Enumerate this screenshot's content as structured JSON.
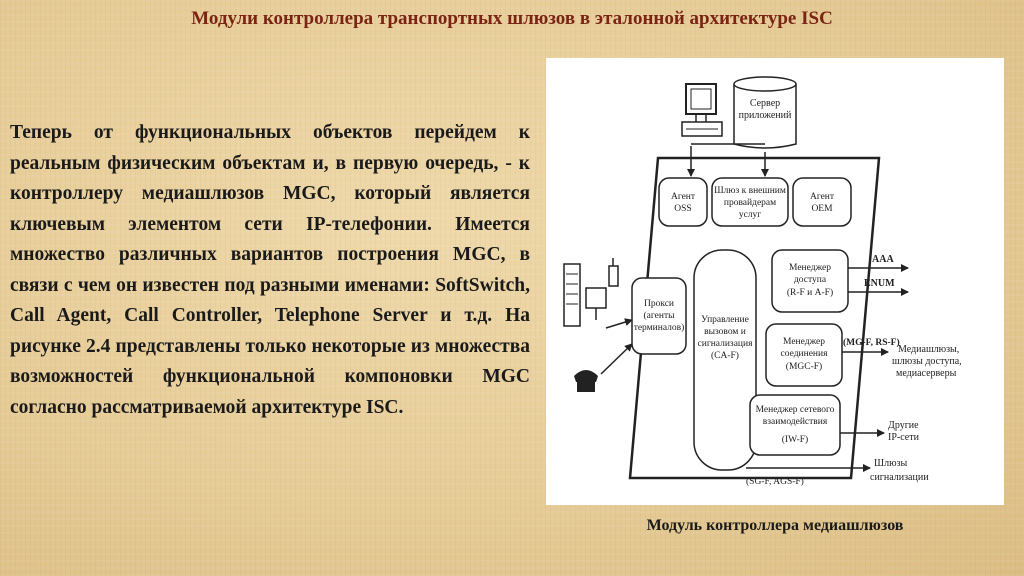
{
  "title": "Модули контроллера транспортных шлюзов в эталонной архитектуре ISC",
  "body_text": "Теперь от функциональных объектов перейдем к реальным физическим объектам и, в первую очередь, - к контроллеру медиашлюзов MGC, который является ключевым элементом сети IP-телефонии. Имеется множество различных вариантов построения MGC, в связи с чем он известен под разными именами: SoftSwitch, Call Agent, Call Controller, Telephone Server и т.д. На рисунке 2.4 представлены только некоторые из множества возможностей функциональной компоновки MGC согласно рассматриваемой архитектуре ISC.",
  "figure": {
    "caption": "Модуль контроллера медиашлюзов",
    "labels": {
      "server": [
        "Сервер",
        "приложений"
      ],
      "agent_oss": [
        "Агент",
        "OSS"
      ],
      "gateway_providers": [
        "Шлюз к внешним",
        "провайдерам",
        "услуг"
      ],
      "agent_oem": [
        "Агент",
        "OEM"
      ],
      "proxy": [
        "Прокси",
        "(агенты",
        "терминалов)"
      ],
      "call_control": [
        "Управление",
        "вызовом и",
        "сигнализация",
        "(CA-F)"
      ],
      "access_manager": [
        "Менеджер",
        "доступа",
        "(R-F и A-F)"
      ],
      "connection_manager": [
        "Менеджер",
        "соединения",
        "(MGC-F)"
      ],
      "interworking_manager": [
        "Менеджер сетевого",
        "взаимодействия",
        "(IW-F)"
      ],
      "sg_ags": "(SG-F, AGS-F)",
      "aaa": "AAA",
      "enum": "ENUM",
      "mg_rs": "(MG-F, RS-F)",
      "media_gateways": [
        "Медиашлюзы,",
        "шлюзы доступа,",
        "медиасерверы"
      ],
      "other_ip": [
        "Другие",
        "IP-сети"
      ],
      "signaling_gateways": [
        "Шлюзы",
        "сигнализации"
      ]
    }
  }
}
